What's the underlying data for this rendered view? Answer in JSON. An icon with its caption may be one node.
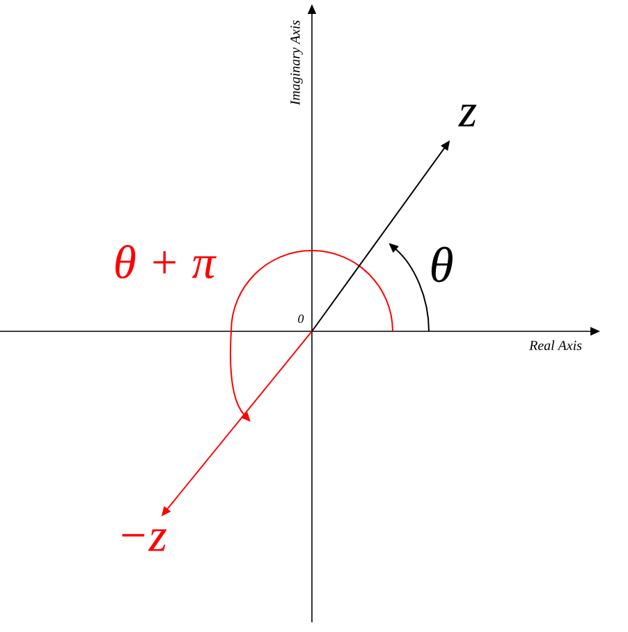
{
  "diagram": {
    "nodes": [
      {
        "text": [
          "z"
        ]
      },
      {
        "text": [
          "−z"
        ]
      }
    ],
    "edges": [
      {
        "from": null,
        "to": 0,
        "arrow": "to"
      },
      {
        "from": null,
        "to": 1,
        "arrow": "to",
        "color": "#ff0000"
      }
    ],
    "labels": [
      "Imaginary Axis",
      "θ + π",
      "θ",
      "0",
      "Real Axis"
    ]
  }
}
